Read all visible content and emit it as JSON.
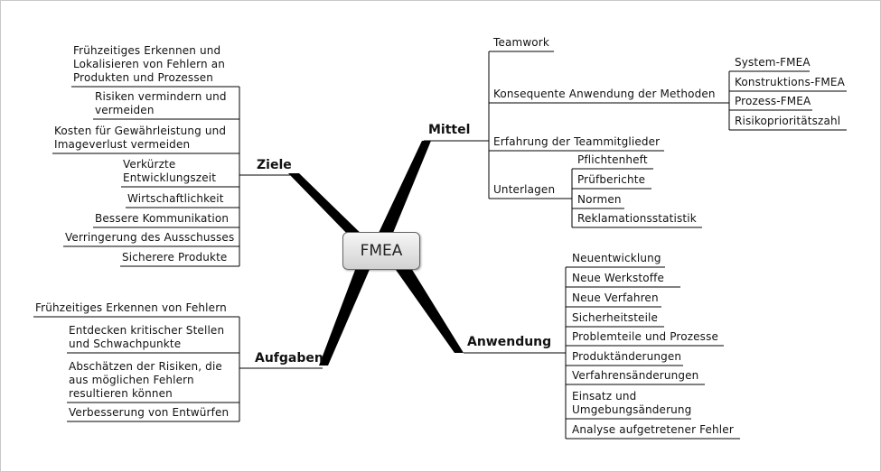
{
  "root": "FMEA",
  "ziele": {
    "title": "Ziele",
    "items": [
      [
        "Frühzeitiges Erkennen und",
        "Lokalisieren von Fehlern an",
        "Produkten und Prozessen"
      ],
      [
        "Risiken vermindern und",
        "vermeiden"
      ],
      [
        "Kosten für Gewährleistung und",
        "Imageverlust vermeiden"
      ],
      [
        "Verkürzte",
        "Entwicklungszeit"
      ],
      [
        "Wirtschaftlichkeit"
      ],
      [
        "Bessere Kommunikation"
      ],
      [
        "Verringerung des Ausschusses"
      ],
      [
        "Sicherere Produkte"
      ]
    ]
  },
  "aufgaben": {
    "title": "Aufgaben",
    "items": [
      [
        "Frühzeitiges Erkennen von Fehlern"
      ],
      [
        "Entdecken kritischer Stellen",
        "und Schwachpunkte"
      ],
      [
        "Abschätzen der Risiken, die",
        "aus möglichen Fehlern",
        "resultieren können"
      ],
      [
        "Verbesserung von Entwürfen"
      ]
    ]
  },
  "mittel": {
    "title": "Mittel",
    "items": [
      [
        "Teamwork"
      ],
      [
        "Konsequente Anwendung der Methoden"
      ],
      [
        "Erfahrung der Teammitglieder"
      ],
      [
        "Unterlagen"
      ]
    ],
    "methoden": [
      "System-FMEA",
      "Konstruktions-FMEA",
      "Prozess-FMEA",
      "Risikoprioritätszahl"
    ],
    "unterlagen": [
      "Pflichtenheft",
      "Prüfberichte",
      "Normen",
      "Reklamationsstatistik"
    ]
  },
  "anwendung": {
    "title": "Anwendung",
    "items": [
      [
        "Neuentwicklung"
      ],
      [
        "Neue Werkstoffe"
      ],
      [
        "Neue Verfahren"
      ],
      [
        "Sicherheitsteile"
      ],
      [
        "Problemteile und Prozesse"
      ],
      [
        "Produktänderungen"
      ],
      [
        "Verfahrensänderungen"
      ],
      [
        "Einsatz und",
        "Umgebungsänderung"
      ],
      [
        "Analyse aufgetretener Fehler"
      ]
    ]
  }
}
